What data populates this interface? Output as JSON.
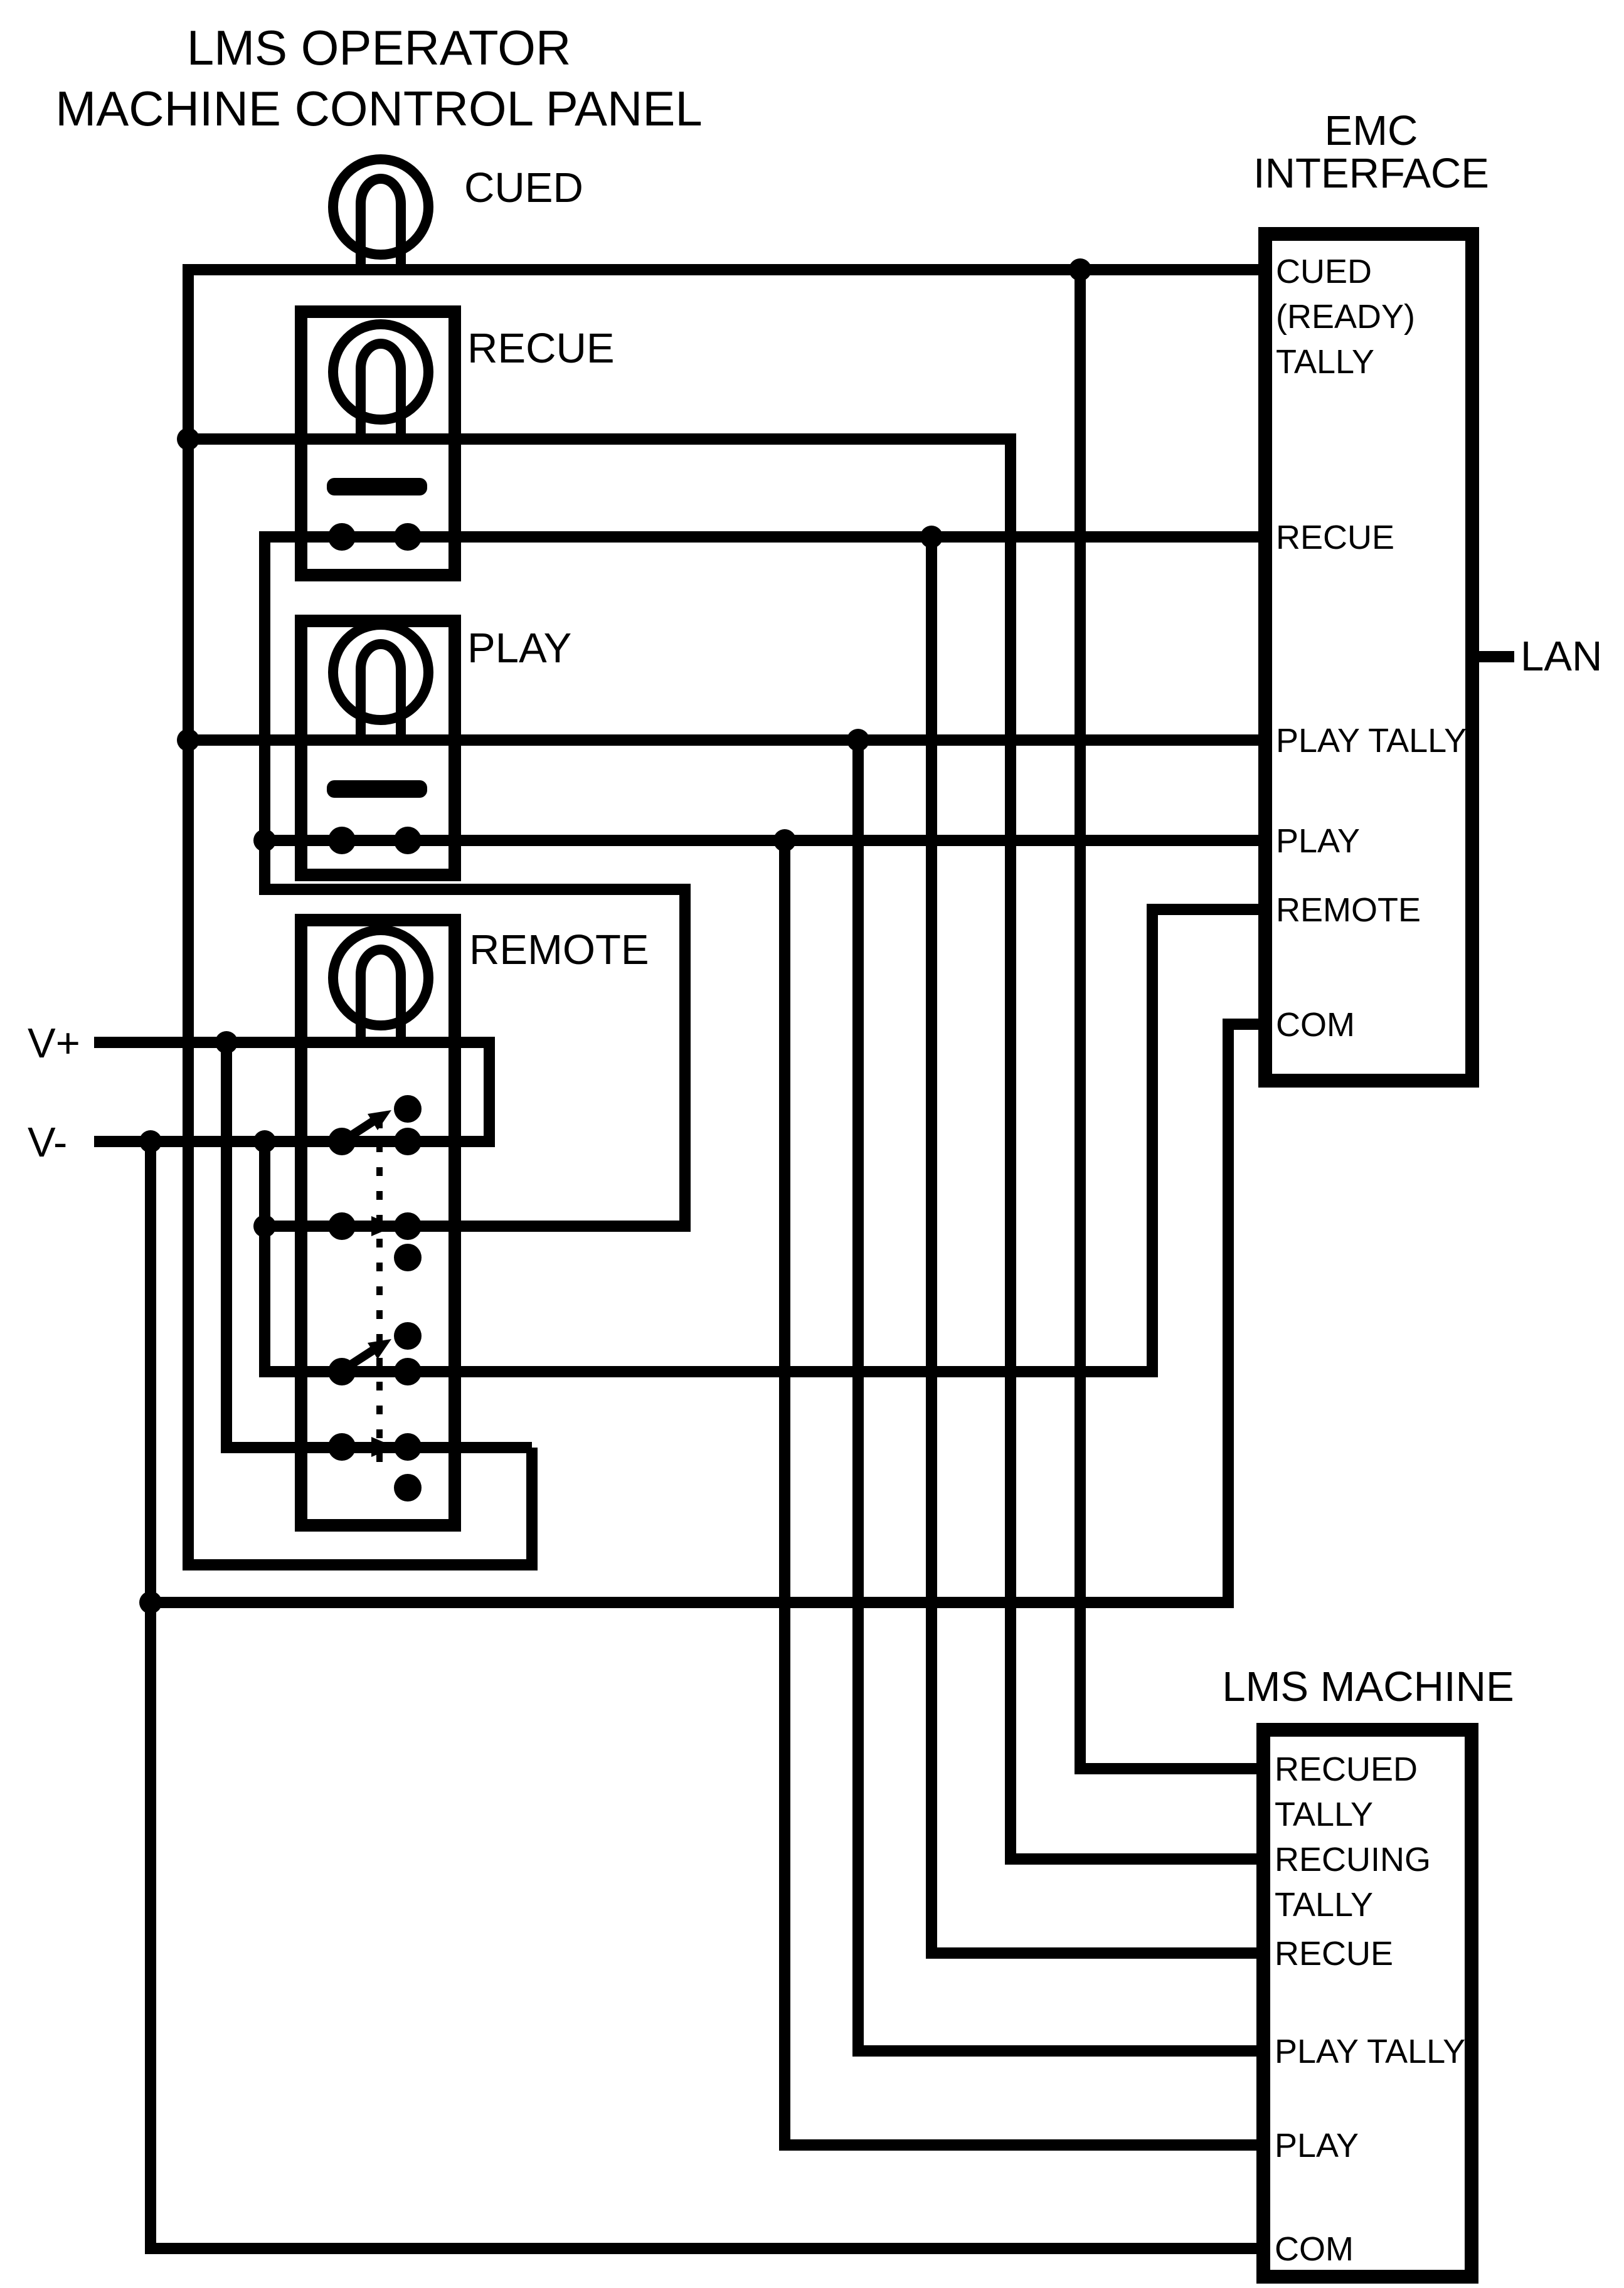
{
  "title": {
    "line1": "LMS OPERATOR",
    "line2": "MACHINE CONTROL PANEL"
  },
  "panel": {
    "cued_lamp_label": "CUED",
    "recue_button_label": "RECUE",
    "play_button_label": "PLAY",
    "remote_switch_label": "REMOTE",
    "v_plus_label": "V+",
    "v_minus_label": "V-"
  },
  "emc_interface": {
    "title_line1": "EMC",
    "title_line2": "INTERFACE",
    "pin_cued_line1": "CUED",
    "pin_cued_line2": "(READY)",
    "pin_cued_line3": "TALLY",
    "pin_recue": "RECUE",
    "pin_play_tally": "PLAY TALLY",
    "pin_play": "PLAY",
    "pin_remote": "REMOTE",
    "pin_com": "COM",
    "lan_label": "LAN"
  },
  "lms_machine": {
    "title": "LMS MACHINE",
    "pin_recued_line1": "RECUED",
    "pin_recued_line2": "TALLY",
    "pin_recuing_line1": "RECUING",
    "pin_recuing_line2": "TALLY",
    "pin_recue": "RECUE",
    "pin_play_tally": "PLAY TALLY",
    "pin_play": "PLAY",
    "pin_com": "COM"
  },
  "colors": {
    "ink": "#000000",
    "background": "#ffffff"
  }
}
